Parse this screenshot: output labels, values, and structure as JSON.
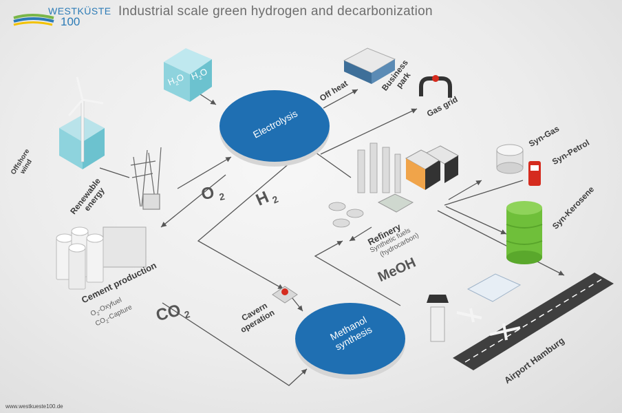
{
  "title": "Industrial scale green hydrogen and decarbonization",
  "website": "www.westkueste100.de",
  "logo": {
    "line1": "WESTKÜSTE",
    "line2": "100"
  },
  "nodes": {
    "electrolysis": "Electrolysis",
    "methanol_synthesis_1": "Methanol",
    "methanol_synthesis_2": "synthesis",
    "offshore_wind_1": "Offshore",
    "offshore_wind_2": "wind",
    "renewable_energy_1": "Renewable",
    "renewable_energy_2": "energy",
    "cement_production": "Cement production",
    "cement_sub_1_a": "O",
    "cement_sub_1_b": "2",
    "cement_sub_1_c": "-Oxyfuel",
    "cement_sub_2_a": "CO",
    "cement_sub_2_b": "2",
    "cement_sub_2_c": "-Capture",
    "cavern_operation_1": "Cavern",
    "cavern_operation_2": "operation",
    "off_heat": "Off heat",
    "business_park_1": "Business",
    "business_park_2": "park",
    "gas_grid": "Gas grid",
    "refinery": "Refinery",
    "refinery_sub_1": "Synthetic fuels",
    "refinery_sub_2": "(hydrocarbon)",
    "syn_gas": "Syn-Gas",
    "syn_petrol": "Syn-Petrol",
    "syn_kerosene": "Syn-Kerosene",
    "airport": "Airport Hamburg"
  },
  "molecules": {
    "o2_main": "O",
    "o2_sub": "2",
    "h2_main": "H",
    "h2_sub": "2",
    "co2_main": "CO",
    "co2_sub": "2",
    "meoh": "MeOH",
    "h2o_1_main": "H",
    "h2o_1_sub": "2",
    "h2o_1_tail": "O",
    "h2o_2_main": "H",
    "h2o_2_sub": "2",
    "h2o_2_tail": "O"
  },
  "colors": {
    "process_blue": "#1f6fb2",
    "water_cyan": "#8ed3dd",
    "logo_blue": "#2c7bb6",
    "logo_green": "#7ab648",
    "kerosene_green": "#6fbf3a",
    "petrol_red": "#d52b1e"
  }
}
